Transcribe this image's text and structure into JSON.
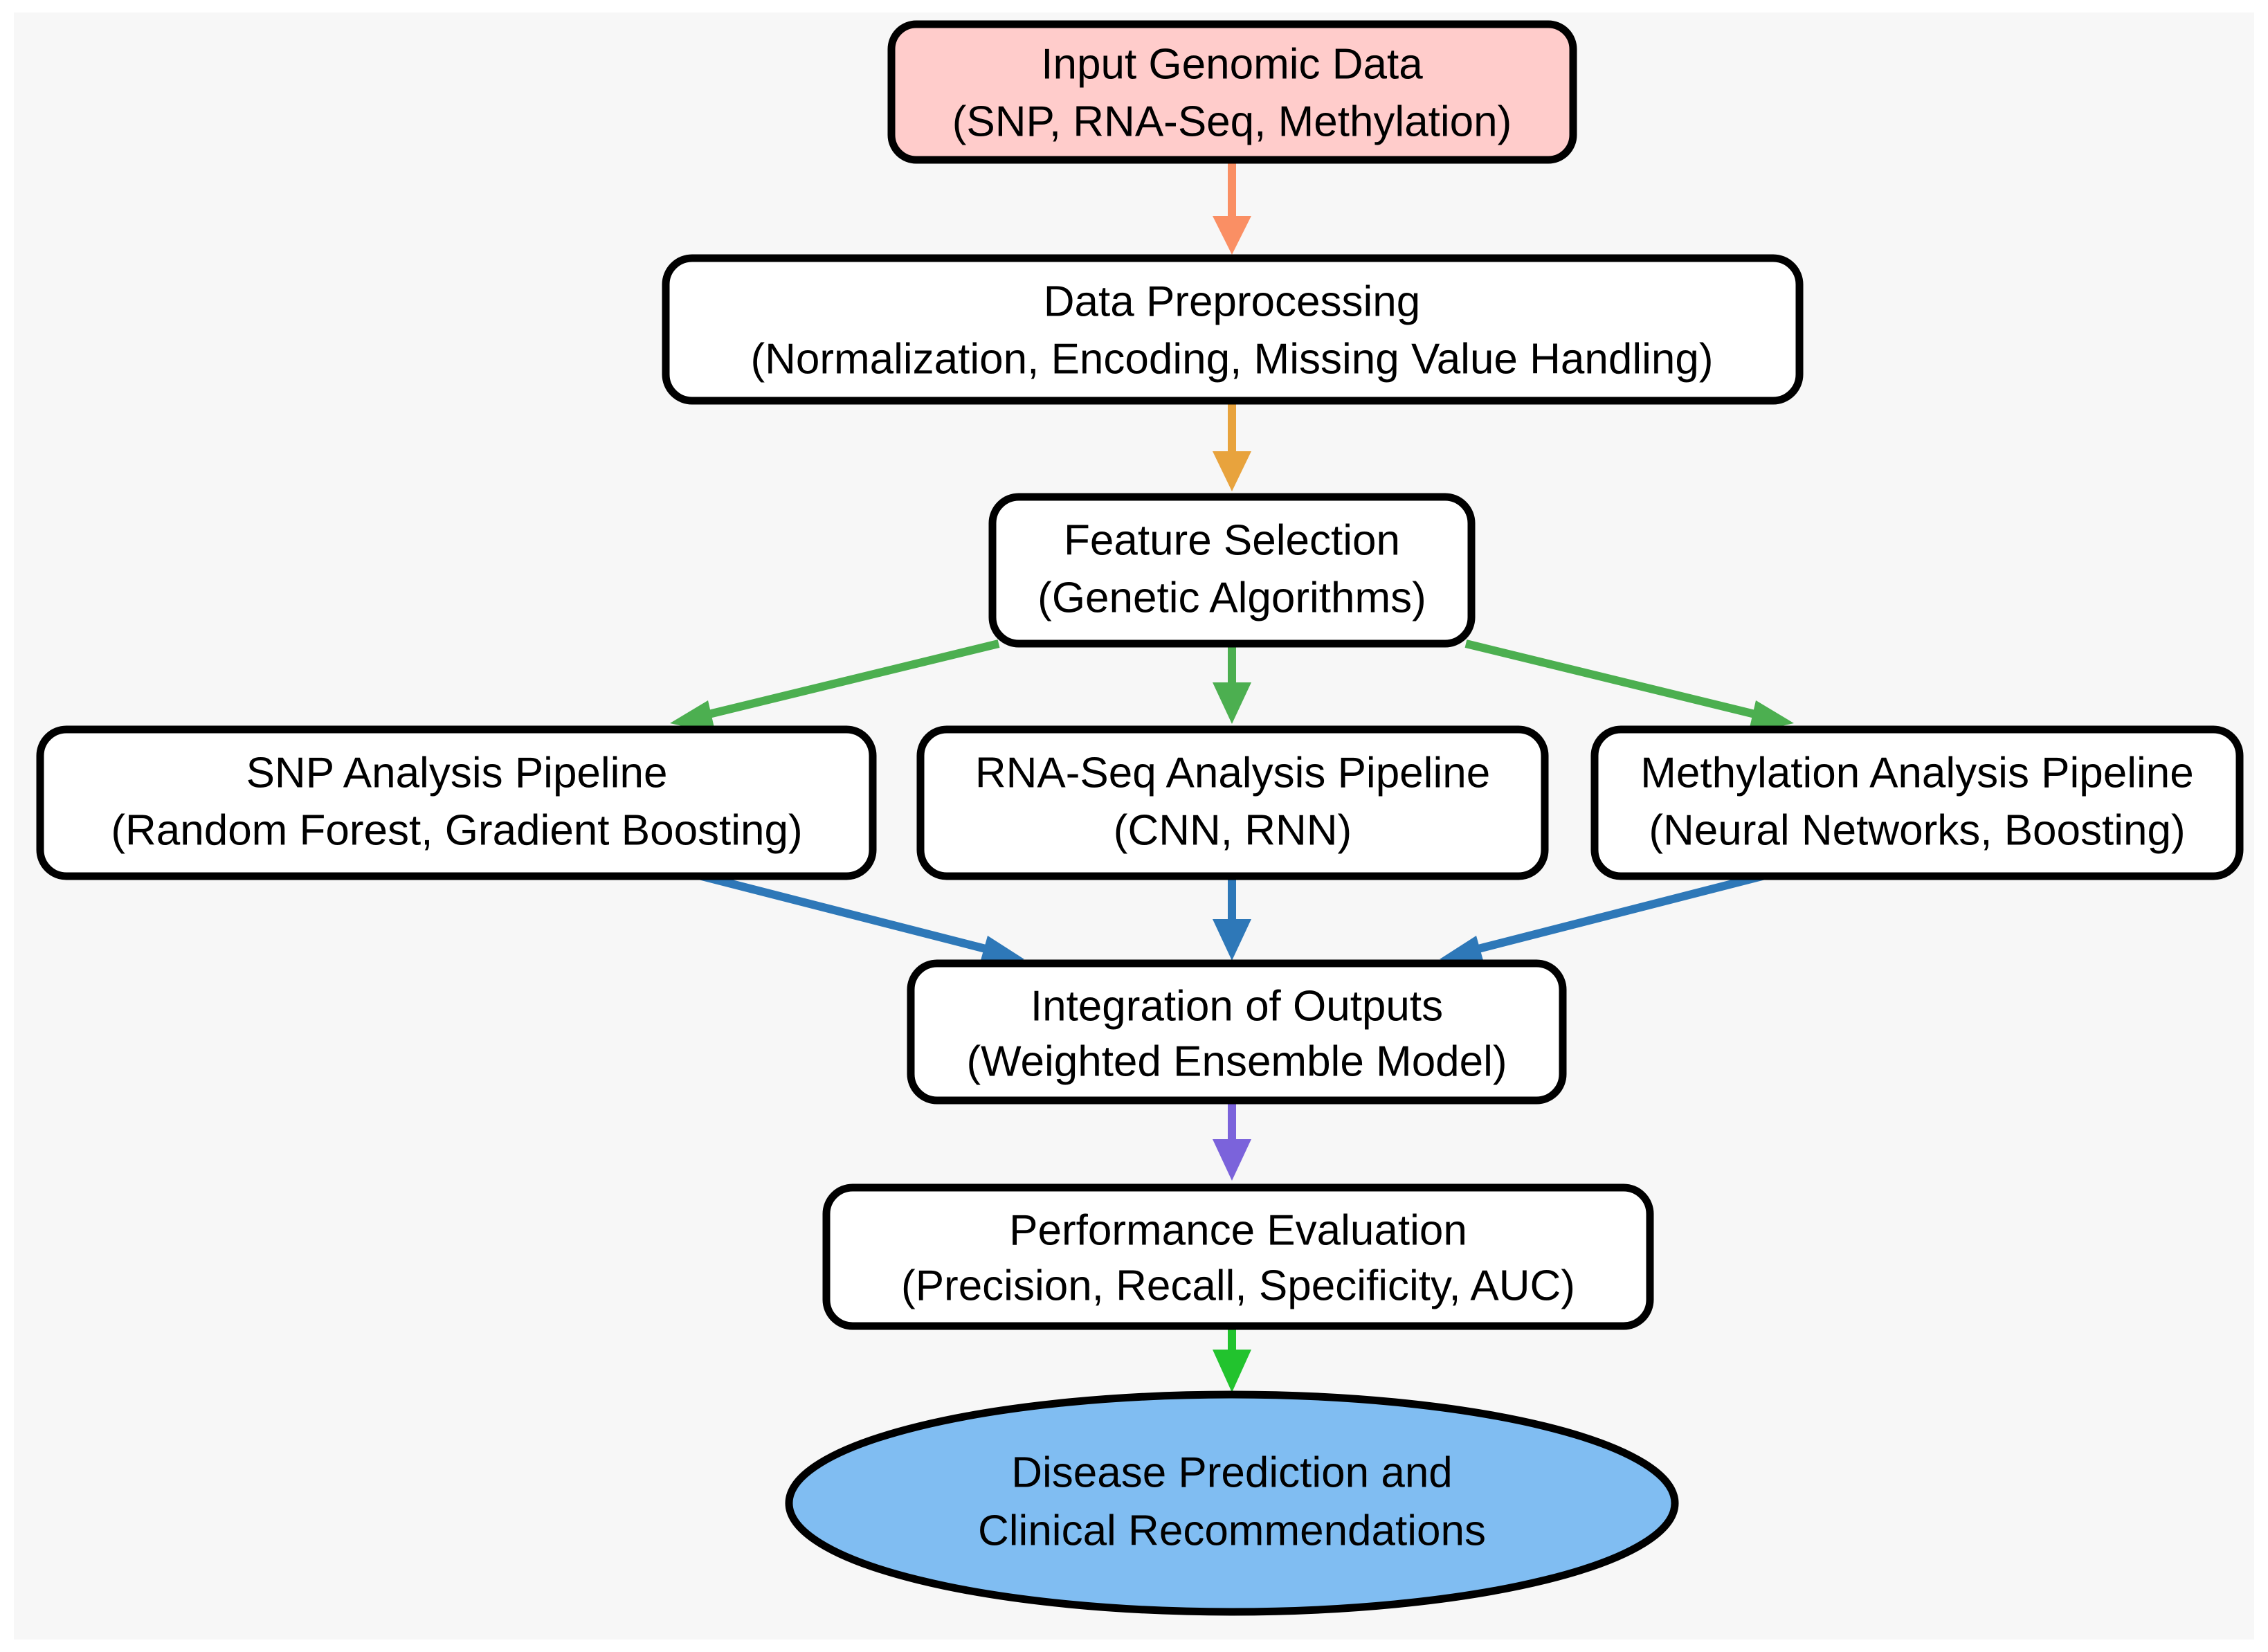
{
  "diagram": {
    "title": "Genomic Data Analysis Pipeline Flowchart",
    "type": "flowchart",
    "direction": "top-to-bottom",
    "background_color": "#f7f7f7",
    "page_color": "#ffffff",
    "node_border_color": "#000000",
    "node_fill_default": "#ffffff"
  },
  "nodes": [
    {
      "id": "input",
      "shape": "rounded-rect",
      "fill": "#ffcccb",
      "line1": "Input Genomic Data",
      "line2": "(SNP, RNA-Seq, Methylation)"
    },
    {
      "id": "preprocessing",
      "shape": "rounded-rect",
      "fill": "#ffffff",
      "line1": "Data Preprocessing",
      "line2": "(Normalization, Encoding, Missing Value Handling)"
    },
    {
      "id": "feature-selection",
      "shape": "rounded-rect",
      "fill": "#ffffff",
      "line1": "Feature Selection",
      "line2": "(Genetic Algorithms)"
    },
    {
      "id": "snp-pipeline",
      "shape": "rounded-rect",
      "fill": "#ffffff",
      "line1": "SNP Analysis Pipeline",
      "line2": "(Random Forest, Gradient Boosting)"
    },
    {
      "id": "rnaseq-pipeline",
      "shape": "rounded-rect",
      "fill": "#ffffff",
      "line1": "RNA-Seq Analysis Pipeline",
      "line2": "(CNN, RNN)"
    },
    {
      "id": "methylation-pipeline",
      "shape": "rounded-rect",
      "fill": "#ffffff",
      "line1": "Methylation Analysis Pipeline",
      "line2": "(Neural Networks, Boosting)"
    },
    {
      "id": "integration",
      "shape": "rounded-rect",
      "fill": "#ffffff",
      "line1": "Integration of Outputs",
      "line2": "(Weighted Ensemble Model)"
    },
    {
      "id": "evaluation",
      "shape": "rounded-rect",
      "fill": "#ffffff",
      "line1": "Performance Evaluation",
      "line2": "(Precision, Recall, Specificity, AUC)"
    },
    {
      "id": "outcome",
      "shape": "ellipse",
      "fill": "#80bdf2",
      "line1": "Disease Prediction and",
      "line2": "Clinical Recommendations"
    }
  ],
  "edges": [
    {
      "id": "e1",
      "from": "input",
      "to": "preprocessing",
      "color": "#fa8f64"
    },
    {
      "id": "e2",
      "from": "preprocessing",
      "to": "feature-selection",
      "color": "#e8a33d"
    },
    {
      "id": "e3",
      "from": "feature-selection",
      "to": "snp-pipeline",
      "color": "#4caf50"
    },
    {
      "id": "e4",
      "from": "feature-selection",
      "to": "rnaseq-pipeline",
      "color": "#4caf50"
    },
    {
      "id": "e5",
      "from": "feature-selection",
      "to": "methylation-pipeline",
      "color": "#4caf50"
    },
    {
      "id": "e6",
      "from": "snp-pipeline",
      "to": "integration",
      "color": "#2e78b8"
    },
    {
      "id": "e7",
      "from": "rnaseq-pipeline",
      "to": "integration",
      "color": "#2e78b8"
    },
    {
      "id": "e8",
      "from": "methylation-pipeline",
      "to": "integration",
      "color": "#2e78b8"
    },
    {
      "id": "e9",
      "from": "integration",
      "to": "evaluation",
      "color": "#7b63db"
    },
    {
      "id": "e10",
      "from": "evaluation",
      "to": "outcome",
      "color": "#22c32e"
    }
  ]
}
